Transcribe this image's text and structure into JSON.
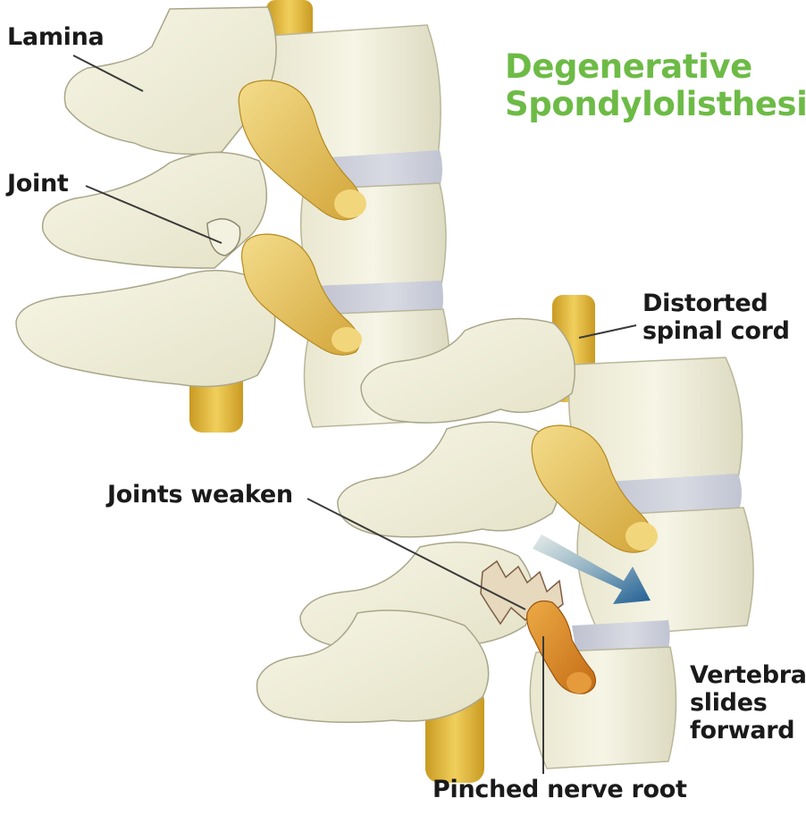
{
  "title": {
    "line1": "Degenerative",
    "line2": "Spondylolisthesis",
    "color": "#6dbb46"
  },
  "labels": {
    "lamina": "Lamina",
    "joint": "Joint",
    "distorted_cord_1": "Distorted",
    "distorted_cord_2": "spinal cord",
    "joints_weaken": "Joints weaken",
    "vertebra_1": "Vertebra",
    "vertebra_2": "slides",
    "vertebra_3": "forward",
    "pinched_nerve": "Pinched nerve root"
  },
  "colors": {
    "bone": "#efeeda",
    "bone_shadow": "#c9c6ab",
    "spinal_cord": "#e5bb3a",
    "pinched_nerve": "#d9821e",
    "disc": "#c9cbd6",
    "arrow": "#2c6da0",
    "text": "#1a1a1a"
  },
  "icons": {
    "slide_direction": "arrow-down-right-icon"
  }
}
